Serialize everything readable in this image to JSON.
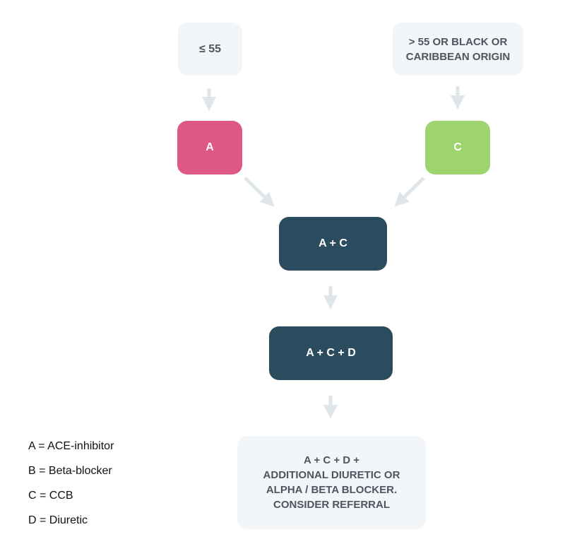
{
  "colors": {
    "light_box": "#f2f6f9",
    "dark_box": "#2b4b5f",
    "a_box": "#de5884",
    "c_box": "#9dd46e",
    "arrow": "#dfe6ea",
    "light_text": "#4e5561"
  },
  "nodes": {
    "age_under": "≤ 55",
    "age_over": "> 55 OR BLACK OR\nCARIBBEAN ORIGIN",
    "step_a": "A",
    "step_c": "C",
    "step_ac": "A + C",
    "step_acd": "A + C + D",
    "step_final": "A + C + D +\nADDITIONAL DIURETIC OR\nALPHA / BETA BLOCKER.\nCONSIDER REFERRAL"
  },
  "legend": [
    "A = ACE-inhibitor",
    "B = Beta-blocker",
    "C = CCB",
    "D = Diuretic"
  ]
}
